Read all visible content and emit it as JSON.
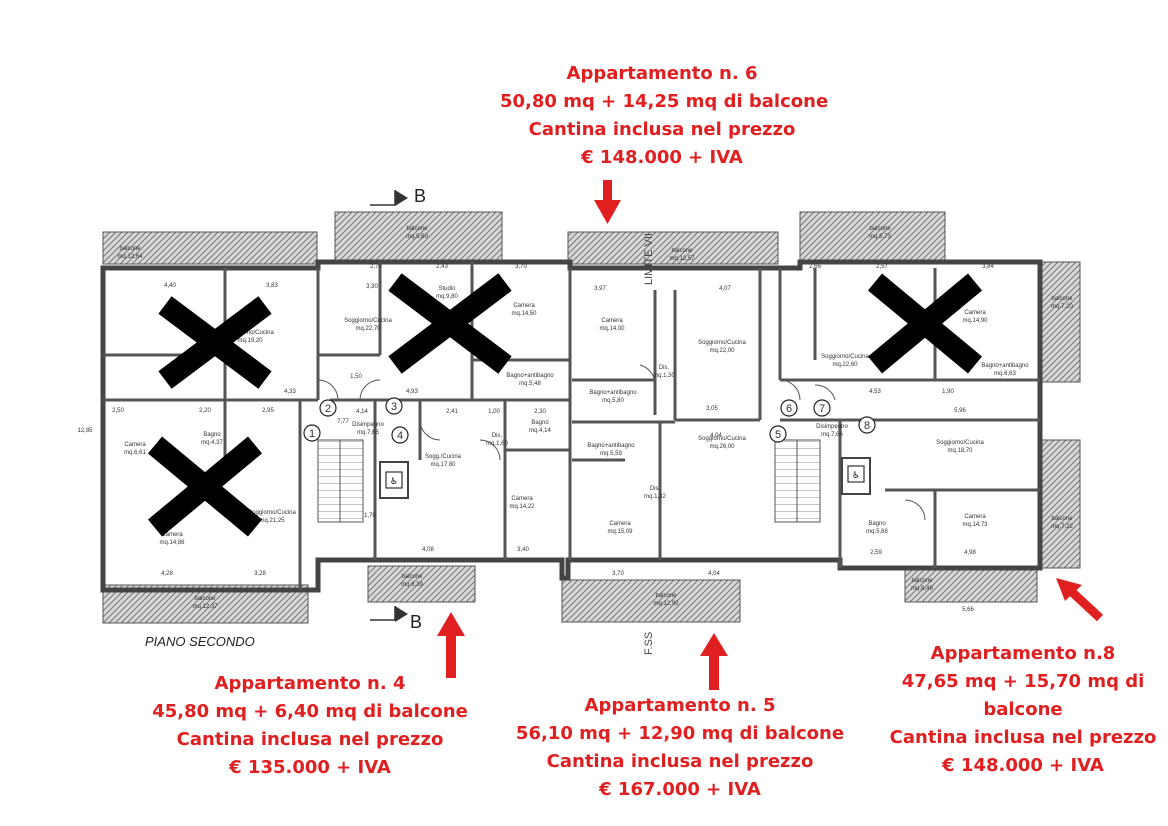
{
  "floor_label": "PIANO SECONDO",
  "section_marks": {
    "top": "B",
    "bottom": "B"
  },
  "plan_annotations": {
    "limit_top": "LIMITE VII",
    "limit_bottom": "F.SS"
  },
  "colors": {
    "callout_red": "#e02020",
    "wall": "#555555",
    "hatch": "#9a9a9a",
    "cross": "#000000"
  },
  "apartments": [
    {
      "id": "6",
      "title": "Appartamento n. 6",
      "area": "50,80 mq + 14,25 mq di balcone",
      "note": "Cantina inclusa nel prezzo",
      "price": "€ 148.000 + IVA"
    },
    {
      "id": "4",
      "title": "Appartamento n. 4",
      "area": "45,80 mq + 6,40 mq di balcone",
      "note": "Cantina inclusa nel prezzo",
      "price": "€ 135.000 + IVA"
    },
    {
      "id": "5",
      "title": "Appartamento n. 5",
      "area": "56,10 mq + 12,90 mq di balcone",
      "note": "Cantina inclusa nel prezzo",
      "price": "€ 167.000 + IVA"
    },
    {
      "id": "8",
      "title": "Appartamento n.8",
      "area_line1": "47,65 mq + 15,70 mq di",
      "area_line2": "balcone",
      "note": "Cantina inclusa nel prezzo",
      "price": "€ 148.000 + IVA"
    }
  ],
  "unit_numbers": [
    "1",
    "2",
    "3",
    "4",
    "5",
    "6",
    "7",
    "8"
  ],
  "rooms": [
    {
      "name": "Soggiorno/Cucina",
      "area": "mq.19,20"
    },
    {
      "name": "Studio",
      "area": "mq.9,80"
    },
    {
      "name": "Soggiorno/Cucina",
      "area": "mq.22,70"
    },
    {
      "name": "Camera",
      "area": "mq.14,50"
    },
    {
      "name": "Bagno+antibagno",
      "area": "mq.5,48"
    },
    {
      "name": "Disimpegno",
      "area": "mq.7,66"
    },
    {
      "name": "Sogg./Cucina",
      "area": "mq.17,80"
    },
    {
      "name": "Dis.",
      "area": "mq.1,60"
    },
    {
      "name": "Bagno",
      "area": "mq.4,14"
    },
    {
      "name": "Camera",
      "area": "mq.14,22"
    },
    {
      "name": "Camera",
      "area": "mq.14,00"
    },
    {
      "name": "Soggiorno/Cucina",
      "area": "mq.22,00"
    },
    {
      "name": "Dis.",
      "area": "mq.1,30"
    },
    {
      "name": "Bagno+antibagno",
      "area": "mq.5,80"
    },
    {
      "name": "Bagno+antibagno",
      "area": "mq.5,59"
    },
    {
      "name": "Dis.",
      "area": "mq.1,32"
    },
    {
      "name": "Soggiorno/Cucina",
      "area": "mq.26,00"
    },
    {
      "name": "Camera",
      "area": "mq.15,09"
    },
    {
      "name": "Soggiorno/Cucina",
      "area": "mq.22,60"
    },
    {
      "name": "Camera",
      "area": "mq.14,90"
    },
    {
      "name": "Bagno+antibagno",
      "area": "mq.6,63"
    },
    {
      "name": "Disimpegno",
      "area": "mq.7,66"
    },
    {
      "name": "Soggiorno/Cucina",
      "area": "mq.18,70"
    },
    {
      "name": "Camera",
      "area": "mq.14,73"
    },
    {
      "name": "Bagno",
      "area": "mq.5,68"
    },
    {
      "name": "Camera",
      "area": "mq.14,86"
    },
    {
      "name": "Soggiorno/Cucina",
      "area": "mq.21,25"
    },
    {
      "name": "Bagno",
      "area": "mq.4,37"
    },
    {
      "name": "Camera",
      "area": "mq.6,61"
    }
  ],
  "balconies": [
    {
      "label": "balcone",
      "area": "mq.12,64"
    },
    {
      "label": "balcone",
      "area": "mq.9,60"
    },
    {
      "label": "balcone",
      "area": "mq.12,57"
    },
    {
      "label": "balcone",
      "area": "mq.8,73"
    },
    {
      "label": "balcone",
      "area": "mq.7,20"
    },
    {
      "label": "balcone",
      "area": "mq.12,37"
    },
    {
      "label": "balcone",
      "area": "mq.6,39"
    },
    {
      "label": "balcone",
      "area": "mq.12,90"
    },
    {
      "label": "balcone",
      "area": "mq.8,49"
    },
    {
      "label": "balcone",
      "area": "mq.7,22"
    }
  ],
  "dimensions": [
    "4,40",
    "3,83",
    "2,70",
    "2,43",
    "3,70",
    "3,97",
    "4,07",
    "2,66",
    "2,57",
    "3,84",
    "4,33",
    "4,14",
    "4,93",
    "4,04",
    "3,05",
    "4,53",
    "1,90",
    "5,96",
    "2,41",
    "2,30",
    "2,50",
    "2,20",
    "2,95",
    "1,00",
    "1,70",
    "4,08",
    "3,40",
    "3,70",
    "4,04",
    "4,28",
    "3,28",
    "4,98",
    "2,59",
    "12,85",
    "5,66",
    "7,77",
    "3,30",
    "1,50"
  ]
}
